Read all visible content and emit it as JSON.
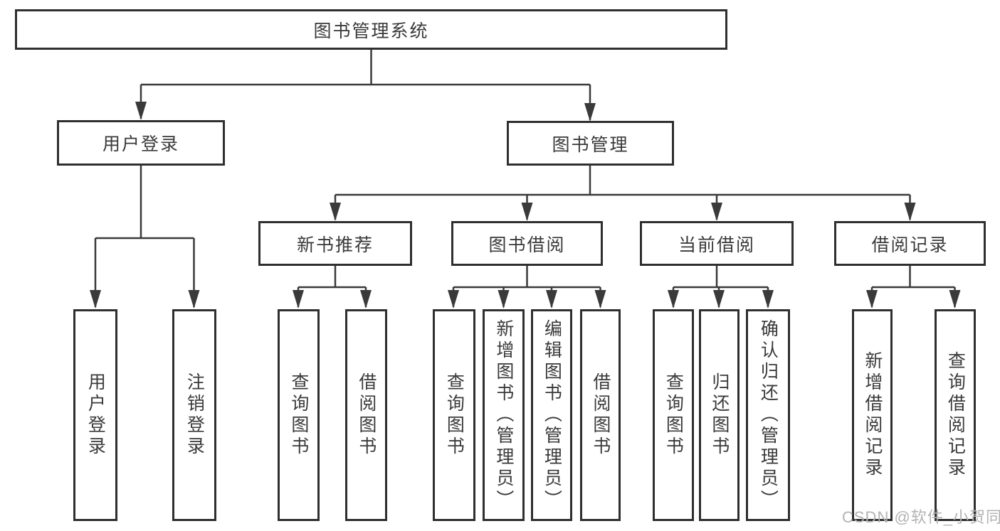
{
  "diagram": {
    "watermark": "CSDN @软件_小贺同学",
    "colors": {
      "line": "#3a3a3a",
      "box_border": "#2f2f2f",
      "text": "#3a3a3a",
      "watermark": "#b3b3b3",
      "background": "#ffffff"
    },
    "tree": {
      "label": "图书管理系统",
      "children": [
        {
          "label": "用户登录",
          "children": [
            {
              "label": "用户登录"
            },
            {
              "label": "注销登录"
            }
          ]
        },
        {
          "label": "图书管理",
          "children": [
            {
              "label": "新书推荐",
              "children": [
                {
                  "label": "查询图书"
                },
                {
                  "label": "借阅图书"
                }
              ]
            },
            {
              "label": "图书借阅",
              "children": [
                {
                  "label": "查询图书"
                },
                {
                  "label": "新增图书（管理员）"
                },
                {
                  "label": "编辑图书（管理员）"
                },
                {
                  "label": "借阅图书"
                }
              ]
            },
            {
              "label": "当前借阅",
              "children": [
                {
                  "label": "查询图书"
                },
                {
                  "label": "归还图书"
                },
                {
                  "label": "确认归还（管理员）"
                }
              ]
            },
            {
              "label": "借阅记录",
              "children": [
                {
                  "label": "新增借阅记录"
                },
                {
                  "label": "查询借阅记录"
                }
              ]
            }
          ]
        }
      ]
    }
  }
}
